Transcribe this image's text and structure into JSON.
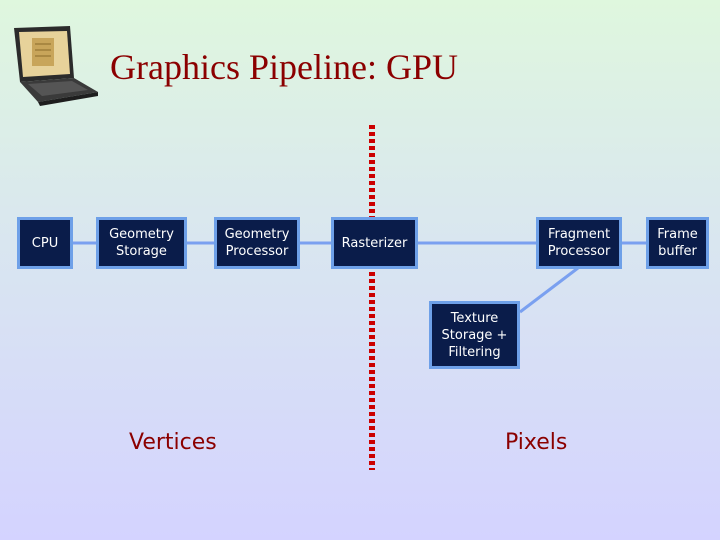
{
  "title": "Graphics Pipeline: GPU",
  "boxes": {
    "cpu": "CPU",
    "geometry_storage": "Geometry\nStorage",
    "geometry_processor": "Geometry\nProcessor",
    "rasterizer": "Rasterizer",
    "fragment_processor": "Fragment\nProcessor",
    "frame_buffer": "Frame\nbuffer",
    "texture_storage": "Texture\nStorage +\nFiltering"
  },
  "labels": {
    "vertices": "Vertices",
    "pixels": "Pixels"
  },
  "colors": {
    "box_fill": "#0a1c4a",
    "box_border": "#6ea0e8",
    "connector": "#7aa0f0",
    "divider": "#cc0000",
    "title": "#8b0000"
  },
  "icons": {
    "laptop": "laptop-icon"
  }
}
